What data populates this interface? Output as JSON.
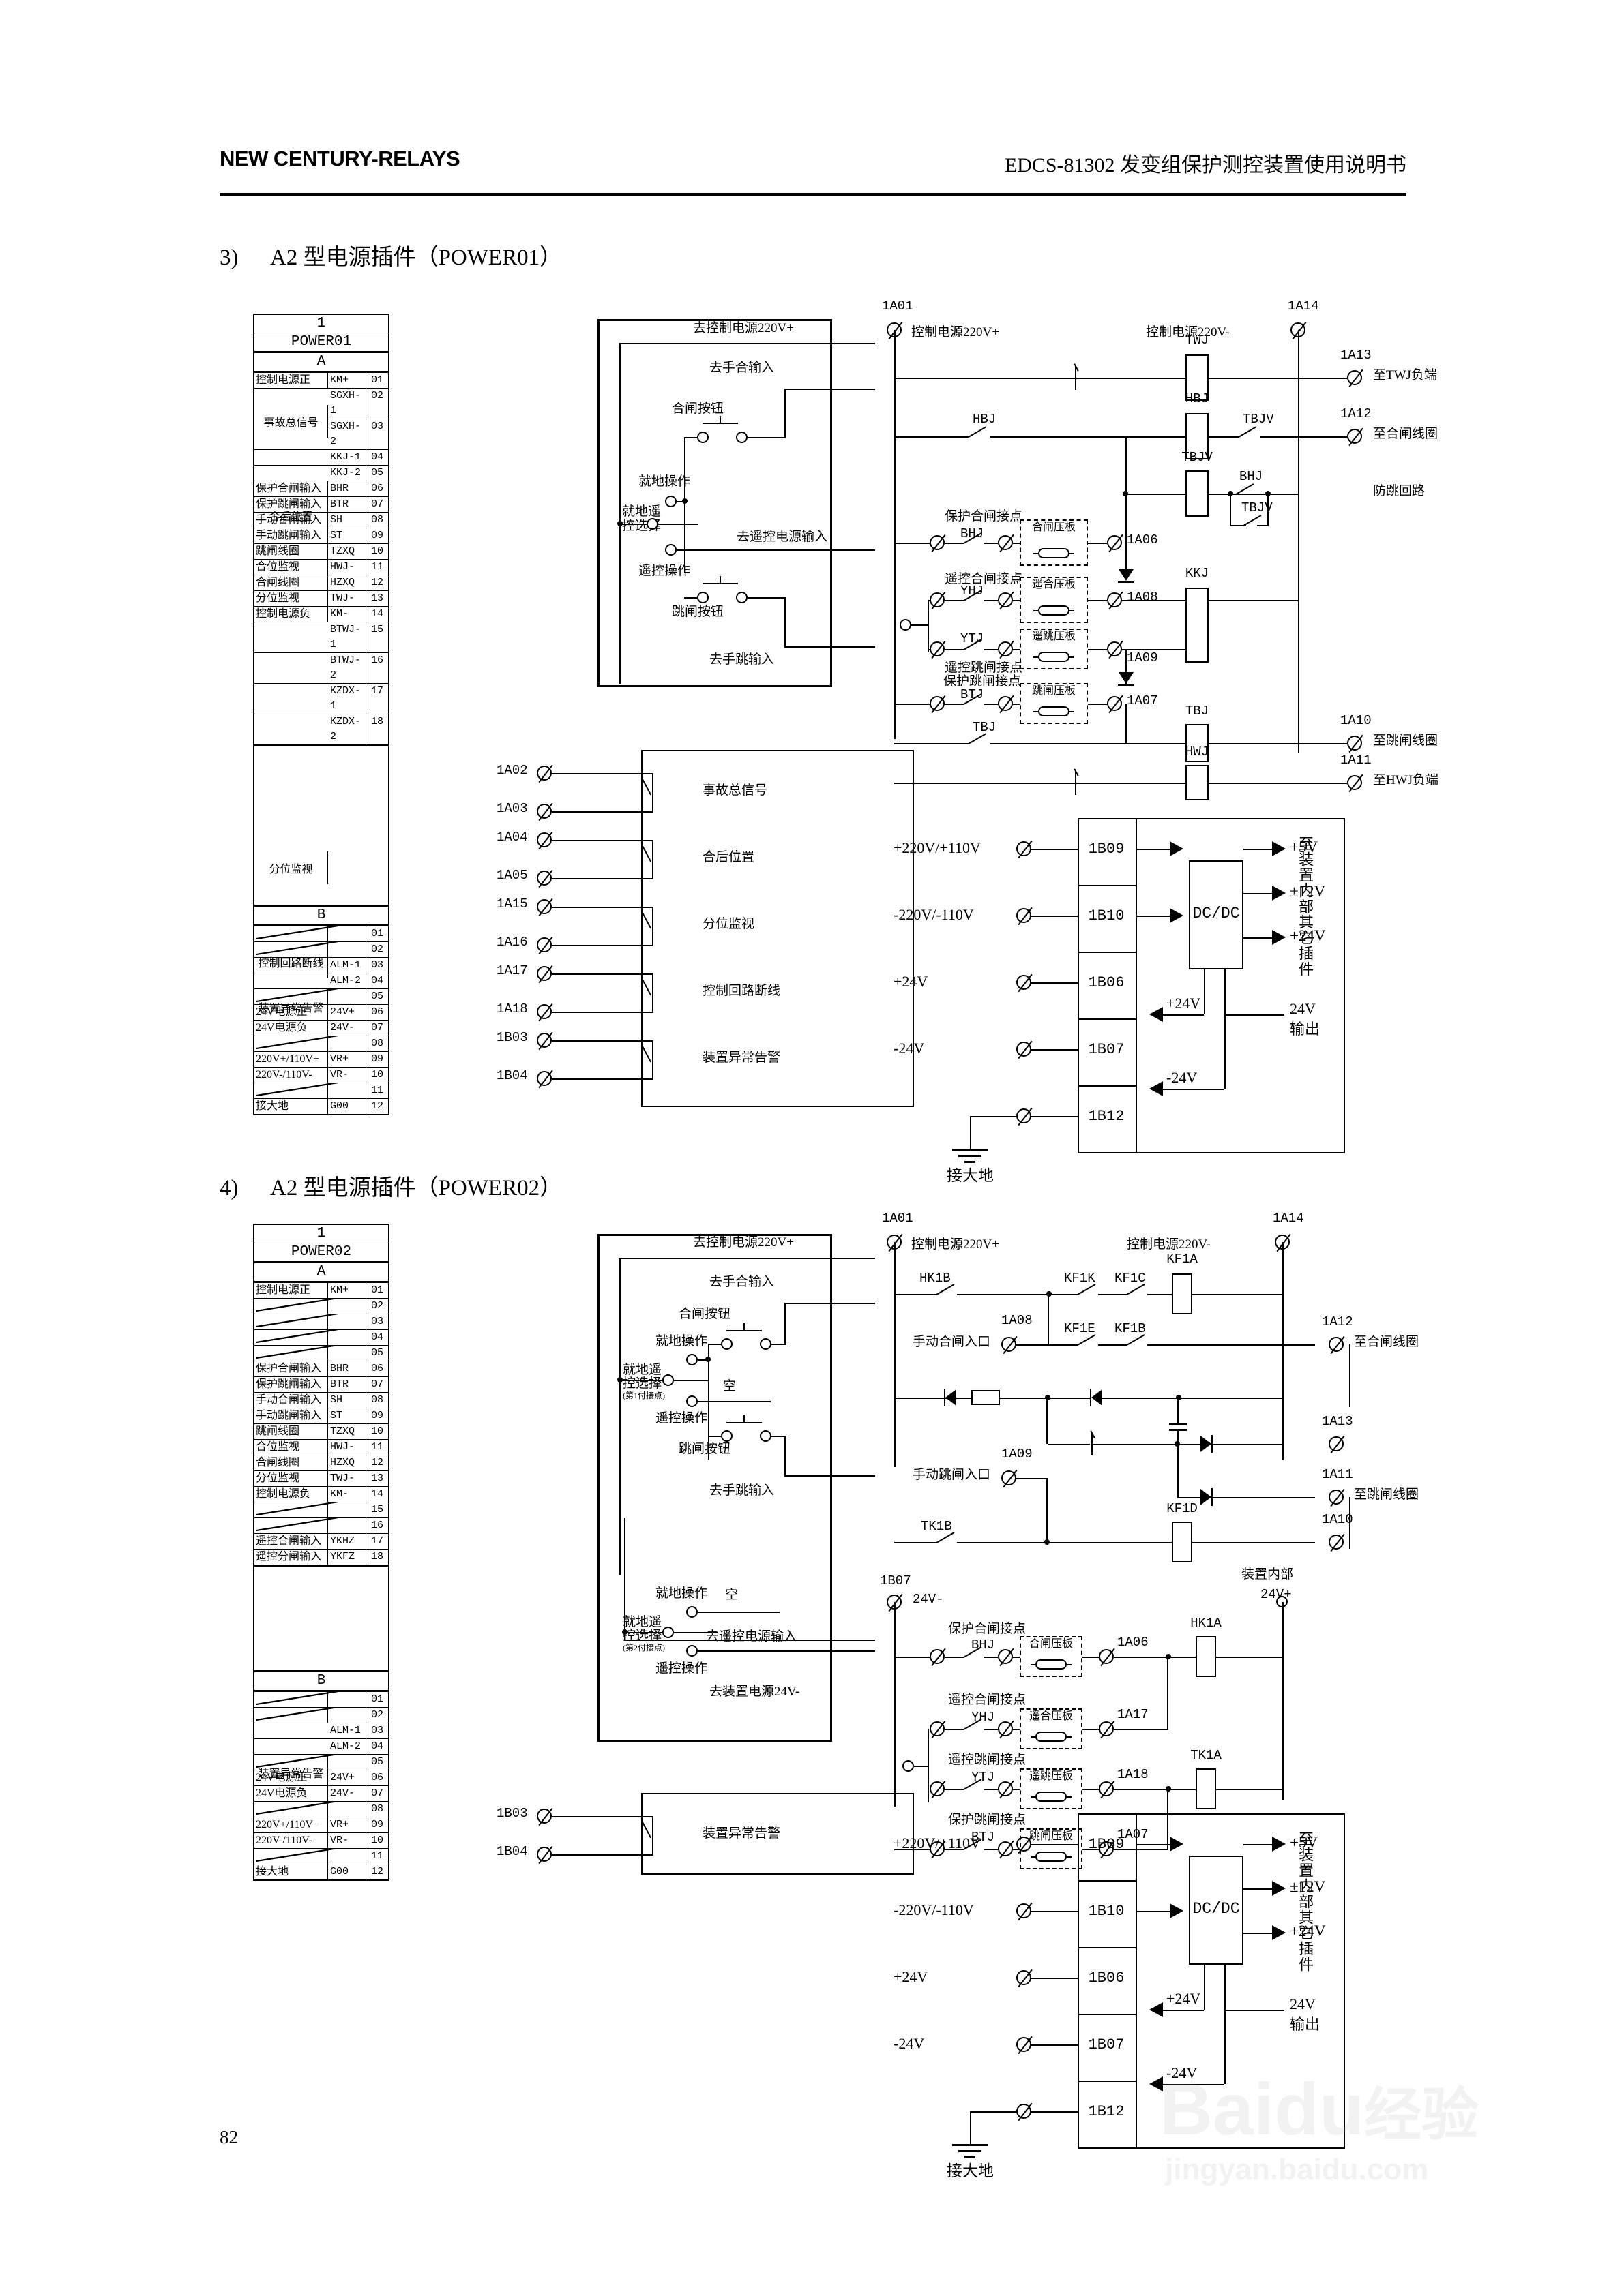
{
  "header": {
    "brand": "NEW CENTURY-RELAYS",
    "title": "EDCS-81302 发变组保护测控装置使用说明书"
  },
  "page_number": "82",
  "watermark": {
    "logo": "Baidu",
    "logo_cn": "经验",
    "url": "jingyan.baidu.com"
  },
  "sections": [
    {
      "num": "3)",
      "title": "A2 型电源插件（POWER01）"
    },
    {
      "num": "4)",
      "title": "A2 型电源插件（POWER02）"
    }
  ],
  "table_power01": {
    "slot": "1",
    "module": "POWER01",
    "group_a": "A",
    "group_b": "B",
    "rows_a": [
      {
        "name": "控制电源正",
        "code": "KM+",
        "no": "01"
      },
      {
        "name": "事故总信号",
        "code": "SGXH-1",
        "no": "02",
        "merge_start": true,
        "merge_rows": 2
      },
      {
        "name": "",
        "code": "SGXH-2",
        "no": "03"
      },
      {
        "name": "合后位置",
        "code": "KKJ-1",
        "no": "04",
        "merge_start": true,
        "merge_rows": 2
      },
      {
        "name": "",
        "code": "KKJ-2",
        "no": "05"
      },
      {
        "name": "保护合闸输入",
        "code": "BHR",
        "no": "06"
      },
      {
        "name": "保护跳闸输入",
        "code": "BTR",
        "no": "07"
      },
      {
        "name": "手动合闸输入",
        "code": "SH",
        "no": "08"
      },
      {
        "name": "手动跳闸输入",
        "code": "ST",
        "no": "09"
      },
      {
        "name": "跳闸线圈",
        "code": "TZXQ",
        "no": "10"
      },
      {
        "name": "合位监视",
        "code": "HWJ-",
        "no": "11"
      },
      {
        "name": "合闸线圈",
        "code": "HZXQ",
        "no": "12"
      },
      {
        "name": "分位监视",
        "code": "TWJ-",
        "no": "13"
      },
      {
        "name": "控制电源负",
        "code": "KM-",
        "no": "14"
      },
      {
        "name": "分位监视",
        "code": "BTWJ-1",
        "no": "15",
        "merge_start": true,
        "merge_rows": 2
      },
      {
        "name": "",
        "code": "BTWJ-2",
        "no": "16"
      },
      {
        "name": "控制回路断线",
        "code": "KZDX-1",
        "no": "17",
        "merge_start": true,
        "merge_rows": 2
      },
      {
        "name": "",
        "code": "KZDX-2",
        "no": "18"
      }
    ],
    "rows_b": [
      {
        "name": "",
        "code": "",
        "no": "01",
        "empty": true
      },
      {
        "name": "",
        "code": "",
        "no": "02",
        "empty": true
      },
      {
        "name": "装置异常告警",
        "code": "ALM-1",
        "no": "03",
        "merge_start": true,
        "merge_rows": 2
      },
      {
        "name": "",
        "code": "ALM-2",
        "no": "04"
      },
      {
        "name": "",
        "code": "",
        "no": "05",
        "empty": true
      },
      {
        "name": "24V电源正",
        "code": "24V+",
        "no": "06"
      },
      {
        "name": "24V电源负",
        "code": "24V-",
        "no": "07"
      },
      {
        "name": "",
        "code": "",
        "no": "08",
        "empty": true
      },
      {
        "name": "220V+/110V+",
        "code": "VR+",
        "no": "09"
      },
      {
        "name": "220V-/110V-",
        "code": "VR-",
        "no": "10"
      },
      {
        "name": "",
        "code": "",
        "no": "11",
        "empty": true
      },
      {
        "name": "接大地",
        "code": "G00",
        "no": "12"
      }
    ]
  },
  "table_power02": {
    "slot": "1",
    "module": "POWER02",
    "group_a": "A",
    "group_b": "B",
    "rows_a": [
      {
        "name": "控制电源正",
        "code": "KM+",
        "no": "01"
      },
      {
        "name": "",
        "code": "",
        "no": "02",
        "empty": true
      },
      {
        "name": "",
        "code": "",
        "no": "03",
        "empty": true
      },
      {
        "name": "",
        "code": "",
        "no": "04",
        "empty": true
      },
      {
        "name": "",
        "code": "",
        "no": "05",
        "empty": true
      },
      {
        "name": "保护合闸输入",
        "code": "BHR",
        "no": "06"
      },
      {
        "name": "保护跳闸输入",
        "code": "BTR",
        "no": "07"
      },
      {
        "name": "手动合闸输入",
        "code": "SH",
        "no": "08"
      },
      {
        "name": "手动跳闸输入",
        "code": "ST",
        "no": "09"
      },
      {
        "name": "跳闸线圈",
        "code": "TZXQ",
        "no": "10"
      },
      {
        "name": "合位监视",
        "code": "HWJ-",
        "no": "11"
      },
      {
        "name": "合闸线圈",
        "code": "HZXQ",
        "no": "12"
      },
      {
        "name": "分位监视",
        "code": "TWJ-",
        "no": "13"
      },
      {
        "name": "控制电源负",
        "code": "KM-",
        "no": "14"
      },
      {
        "name": "",
        "code": "",
        "no": "15",
        "empty": true
      },
      {
        "name": "",
        "code": "",
        "no": "16",
        "empty": true
      },
      {
        "name": "遥控合闸输入",
        "code": "YKHZ",
        "no": "17"
      },
      {
        "name": "遥控分闸输入",
        "code": "YKFZ",
        "no": "18"
      }
    ],
    "rows_b": [
      {
        "name": "",
        "code": "",
        "no": "01",
        "empty": true
      },
      {
        "name": "",
        "code": "",
        "no": "02",
        "empty": true
      },
      {
        "name": "装置异常告警",
        "code": "ALM-1",
        "no": "03",
        "merge_start": true,
        "merge_rows": 2
      },
      {
        "name": "",
        "code": "ALM-2",
        "no": "04"
      },
      {
        "name": "",
        "code": "",
        "no": "05",
        "empty": true
      },
      {
        "name": "24V电源正",
        "code": "24V+",
        "no": "06"
      },
      {
        "name": "24V电源负",
        "code": "24V-",
        "no": "07"
      },
      {
        "name": "",
        "code": "",
        "no": "08",
        "empty": true
      },
      {
        "name": "220V+/110V+",
        "code": "VR+",
        "no": "09"
      },
      {
        "name": "220V-/110V-",
        "code": "VR-",
        "no": "10"
      },
      {
        "name": "",
        "code": "",
        "no": "11",
        "empty": true
      },
      {
        "name": "接大地",
        "code": "G00",
        "no": "12"
      }
    ]
  },
  "panel01": {
    "to_ctrl_pos": "去控制电源220V+",
    "to_manual_close": "去手合输入",
    "close_button": "合闸按钮",
    "local_op_1": "就地操作",
    "selector": "就地遥\n控选择",
    "remote_op_1": "遥控操作",
    "to_remote_power": "去遥控电源输入",
    "trip_button": "跳闸按钮",
    "to_manual_trip": "去手跳输入"
  },
  "panel02": {
    "to_ctrl_pos": "去控制电源220V+",
    "to_manual_close": "去手合输入",
    "close_button": "合闸按钮",
    "local_op_1": "就地操作",
    "selector_1_l1": "就地遥",
    "selector_1_l2": "控选择",
    "selector_1_note": "(第1付接点)",
    "empty_1": "空",
    "remote_op_1": "遥控操作",
    "trip_button": "跳闸按钮",
    "to_manual_trip": "去手跳输入",
    "local_op_2": "就地操作",
    "empty_2": "空",
    "selector_2_l1": "就地遥",
    "selector_2_l2": "控选择",
    "selector_2_note": "(第2付接点)",
    "remote_op_2": "遥控操作",
    "to_remote_power": "去遥控电源输入",
    "to_device_24v": "去装置电源24V-"
  },
  "circuit01": {
    "t_1a01": "1A01",
    "l_ctrl_pos": "控制电源220V+",
    "t_1a14": "1A14",
    "l_ctrl_neg": "控制电源220V-",
    "t_1a13": "1A13",
    "l_to_twj": "至TWJ负端",
    "t_1a12": "1A12",
    "l_to_hzxq": "至合闸线圈",
    "l_antipump": "防跳回路",
    "t_1a10": "1A10",
    "l_to_tzxq": "至跳闸线圈",
    "t_1a11": "1A11",
    "l_to_hwj": "至HWJ负端",
    "coil_twj": "TWJ",
    "coil_hbj": "HBJ",
    "coil_tbjv": "TBJV",
    "coil_kkj": "KKJ",
    "coil_tbj": "TBJ",
    "coil_hwj": "HWJ",
    "c_hbj": "HBJ",
    "c_tbjv": "TBJV",
    "c_bhj_anti": "BHJ",
    "c_tbjv_anti": "TBJV",
    "c_bhj": "BHJ",
    "c_yhj": "YHJ",
    "c_ytj": "YTJ",
    "c_btj": "BTJ",
    "c_tbj": "TBJ",
    "n_prot_close": "保护合闸接点",
    "n_remote_close": "遥控合闸接点",
    "n_remote_trip": "遥控跳闸接点",
    "n_prot_trip": "保护跳闸接点",
    "lb_close": "合闸压板",
    "lb_rclose": "遥合压板",
    "lb_rtrip": "遥跳压板",
    "lb_trip": "跳闸压板",
    "t_1a06": "1A06",
    "t_1a08": "1A08",
    "t_1a09": "1A09",
    "t_1a07": "1A07"
  },
  "signals01": [
    {
      "t1": "1A02",
      "t2": "1A03",
      "label": "事故总信号"
    },
    {
      "t1": "1A04",
      "t2": "1A05",
      "label": "合后位置"
    },
    {
      "t1": "1A15",
      "t2": "1A16",
      "label": "分位监视"
    },
    {
      "t1": "1A17",
      "t2": "1A18",
      "label": "控制回路断线"
    },
    {
      "t1": "1B03",
      "t2": "1B04",
      "label": "装置异常告警"
    }
  ],
  "signals02": [
    {
      "t1": "1B03",
      "t2": "1B04",
      "label": "装置异常告警"
    }
  ],
  "dcdc": {
    "in_pos": "+220V/+110V",
    "in_neg": "-220V/-110V",
    "in_24p": "+24V",
    "in_24n": "-24V",
    "t_1b09": "1B09",
    "t_1b10": "1B10",
    "t_1b06": "1B06",
    "t_1b07": "1B07",
    "t_1b12": "1B12",
    "block": "DC/DC",
    "out_5v": "+5V",
    "out_12v": "±12V",
    "out_24v": "+24V",
    "fb_24p": "+24V",
    "fb_24n": "-24V",
    "out_24_label_l1": "24V",
    "out_24_label_l2": "输出",
    "to_inner": "至装置内部其它插件",
    "ground": "接大地"
  },
  "circuit02": {
    "t_1a01": "1A01",
    "l_ctrl_pos": "控制电源220V+",
    "t_1a14": "1A14",
    "l_ctrl_neg": "控制电源220V-",
    "c_hk1b": "HK1B",
    "c_kf1k": "KF1K",
    "c_kf1c": "KF1C",
    "coil_kf1a": "KF1A",
    "c_kf1e": "KF1E",
    "c_kf1b": "KF1B",
    "l_manual_close_in": "手动合闸入口",
    "t_1a08": "1A08",
    "t_1a12": "1A12",
    "l_to_hz": "至合闸线圈",
    "t_1a13": "1A13",
    "l_manual_trip_in": "手动跳闸入口",
    "t_1a09": "1A09",
    "c_tk1b": "TK1B",
    "coil_kf1d": "KF1D",
    "t_1a11": "1A11",
    "l_to_tz": "至跳闸线圈",
    "t_1a10": "1A10",
    "t_1b07": "1B07",
    "l_24n": "24V-",
    "l_inner_l1": "装置内部",
    "l_inner_l2": "24V+",
    "n_prot_close": "保护合闸接点",
    "c_bhj": "BHJ",
    "lb_close": "合闸压板",
    "t_1a06": "1A06",
    "coil_hk1a": "HK1A",
    "n_remote_close": "遥控合闸接点",
    "c_yhj": "YHJ",
    "lb_rclose": "遥合压板",
    "t_1a17": "1A17",
    "n_remote_trip": "遥控跳闸接点",
    "c_ytj": "YTJ",
    "lb_rtrip": "遥跳压板",
    "t_1a18": "1A18",
    "coil_tk1a": "TK1A",
    "n_prot_trip": "保护跳闸接点",
    "c_btj": "BTJ",
    "lb_trip": "跳闸压板",
    "t_1a07": "1A07"
  }
}
